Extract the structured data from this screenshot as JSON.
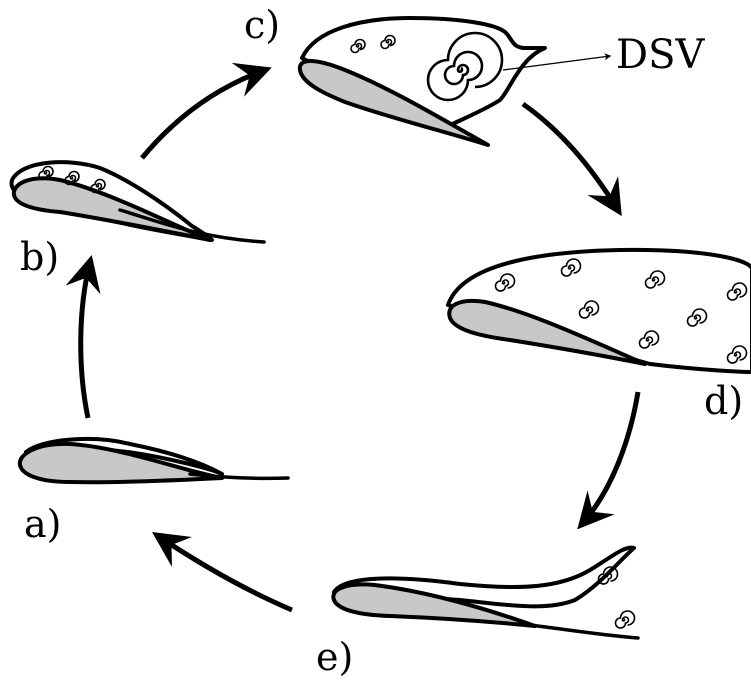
{
  "stages": [
    {
      "id": "a",
      "label": "a)"
    },
    {
      "id": "b",
      "label": "b)"
    },
    {
      "id": "c",
      "label": "c)"
    },
    {
      "id": "d",
      "label": "d)"
    },
    {
      "id": "e",
      "label": "e)"
    }
  ],
  "callout": {
    "label": "DSV"
  }
}
